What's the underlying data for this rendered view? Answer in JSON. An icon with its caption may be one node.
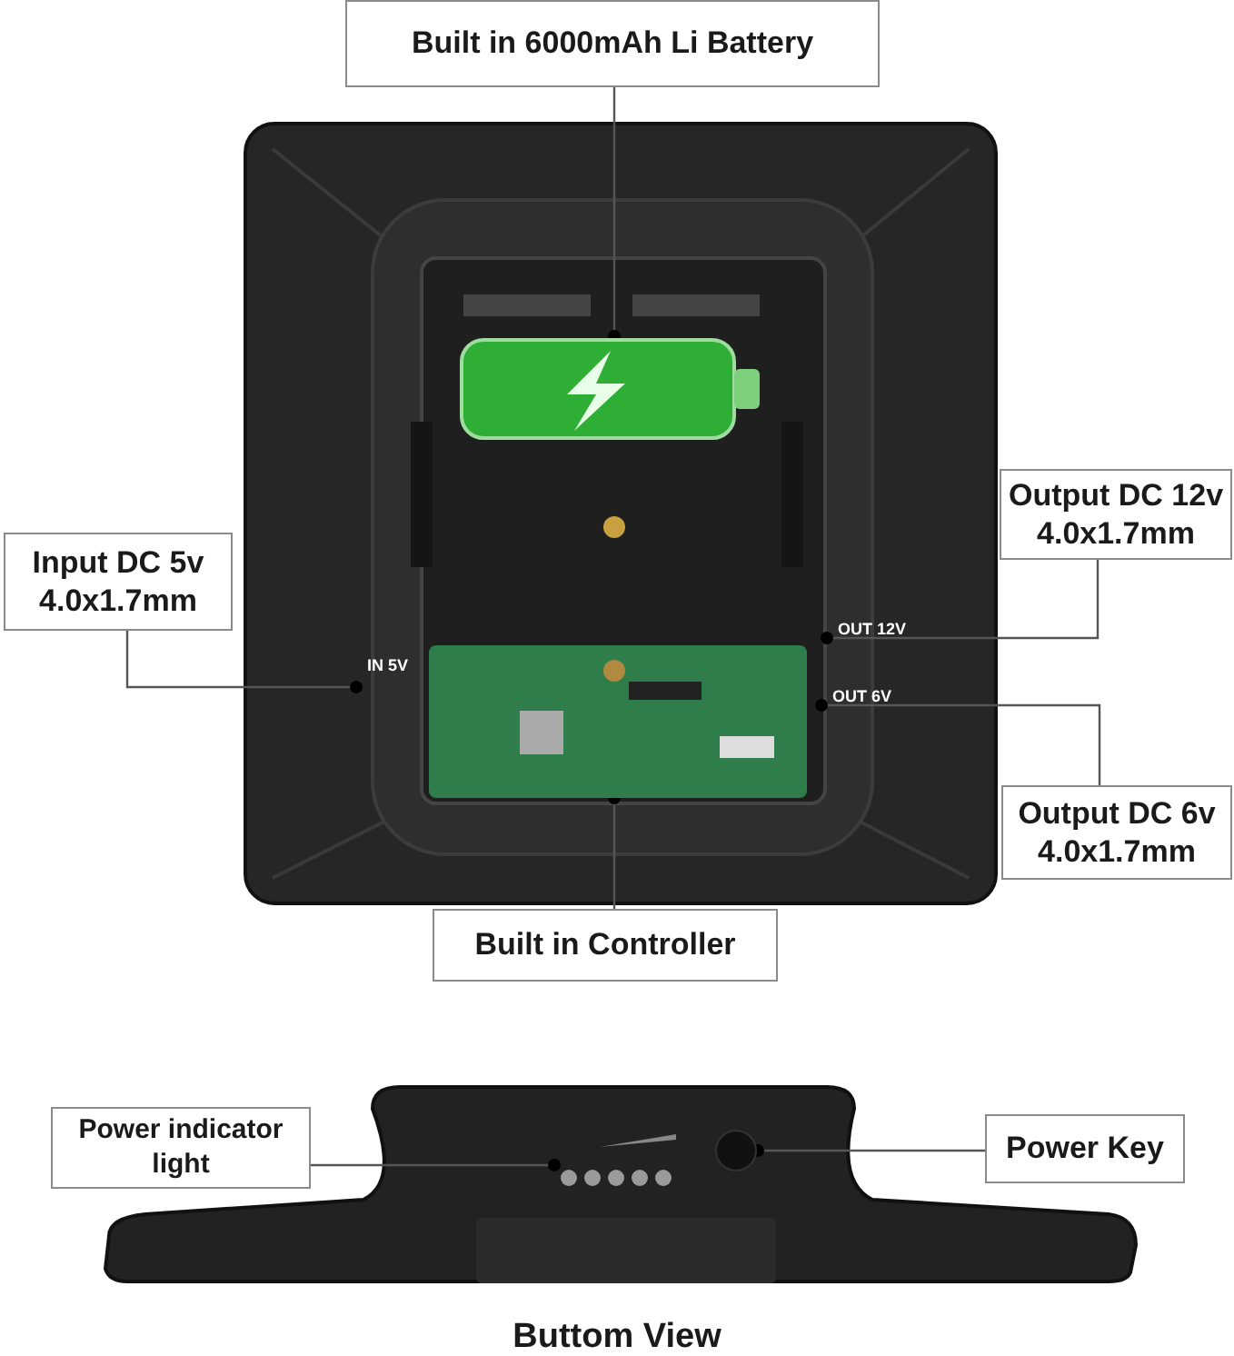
{
  "diagram": {
    "nodes": [
      {
        "text": [
          "Built in 6000mAh Li Battery"
        ]
      },
      {
        "text": [],
        "shape": "picture"
      },
      {
        "text": [
          "Input DC 5v",
          "4.0x1.7mm"
        ]
      },
      {
        "text": [
          "IN 5V"
        ]
      },
      {
        "text": [
          "Output DC 12v",
          "4.0x1.7mm"
        ]
      },
      {
        "text": [
          "OUT 12V"
        ]
      },
      {
        "text": [
          "Output DC 6v",
          "4.0x1.7mm"
        ]
      },
      {
        "text": [
          "OUT 6V"
        ]
      },
      {
        "text": [
          "Built in Controller"
        ]
      },
      {
        "text": [],
        "shape": "picture"
      },
      {
        "text": [
          "Power indicator light"
        ]
      },
      {
        "text": [],
        "shape": "picture"
      },
      {
        "text": [
          "Power Key"
        ]
      },
      {
        "text": [],
        "shape": "circle"
      }
    ],
    "edges": [
      {
        "from": 0,
        "to": 1,
        "arrow": "other"
      },
      {
        "from": 2,
        "to": 3,
        "arrow": "other"
      },
      {
        "from": 4,
        "to": 5,
        "arrow": "other"
      },
      {
        "from": 6,
        "to": 7,
        "arrow": "other"
      },
      {
        "from": 8,
        "to": 9,
        "arrow": "other"
      },
      {
        "from": 10,
        "to": 11,
        "arrow": "other"
      },
      {
        "from": 12,
        "to": 13,
        "arrow": "other"
      }
    ],
    "labels": [
      "Buttom View"
    ]
  }
}
